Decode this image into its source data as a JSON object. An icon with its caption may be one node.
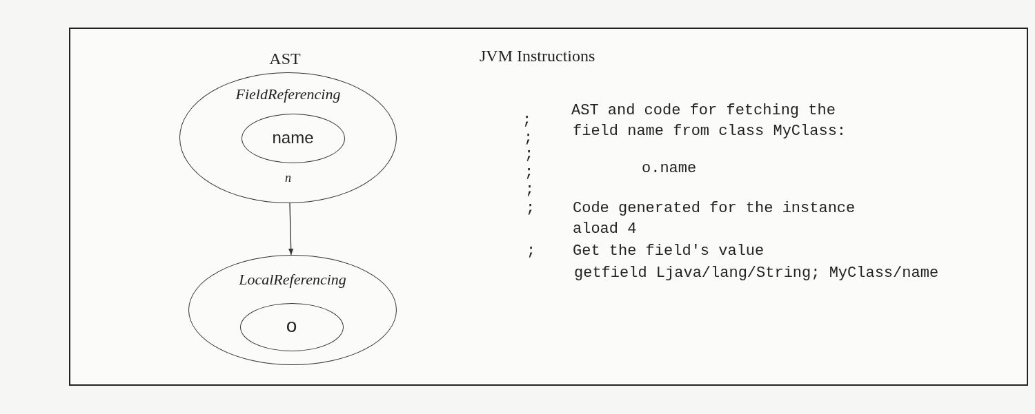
{
  "diagram": {
    "nodes": [
      {
        "text": [
          "FieldReferencing",
          "n"
        ]
      },
      {
        "text": [
          "name"
        ],
        "in": 0
      },
      {
        "text": [
          "LocalReferencing"
        ]
      },
      {
        "text": [
          "o"
        ],
        "in": 2
      }
    ],
    "edges": [
      {
        "from": 0,
        "to": 2,
        "arrow": "to"
      }
    ],
    "labels": [
      "AST",
      "JVM Instructions",
      ";",
      "AST and code for fetching the",
      ";",
      "field name from class MyClass:",
      ";",
      ";",
      "o.name",
      ";",
      ";",
      "Code generated for the instance",
      "aload 4",
      ";",
      "Get the field's value",
      "getfield Ljava/lang/String; MyClass/name"
    ]
  }
}
